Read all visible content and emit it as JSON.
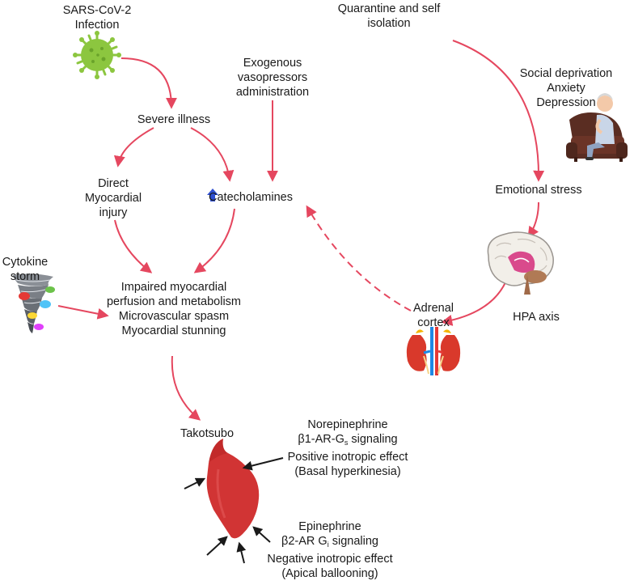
{
  "labels": {
    "sars": [
      "SARS-CoV-2",
      "Infection"
    ],
    "severe_illness": "Severe illness",
    "exogenous": [
      "Exogenous",
      "vasopressors",
      "administration"
    ],
    "quarantine": [
      "Quarantine and self",
      "isolation"
    ],
    "social": [
      "Social deprivation",
      "Anxiety",
      "Depression"
    ],
    "direct": [
      "Direct",
      "Myocardial",
      "injury"
    ],
    "catecholamines": "Catecholamines",
    "emotional_stress": "Emotional stress",
    "cytokine": [
      "Cytokine",
      "storm"
    ],
    "impaired": [
      "Impaired myocardial",
      "perfusion and metabolism",
      "Microvascular spasm",
      "Myocardial stunning"
    ],
    "adrenal": [
      "Adrenal",
      "cortex"
    ],
    "hpa": "HPA axis",
    "takotsubo": "Takotsubo",
    "norepinephrine": {
      "line1": "Norepinephrine",
      "line2_pre": "β1-AR-G",
      "line2_sub": "s",
      "line2_post": " signaling",
      "line3": "Positive inotropic effect",
      "line4": "(Basal hyperkinesia)"
    },
    "epinephrine": {
      "line1": "Epinephrine",
      "line2_pre": "β2-AR G",
      "line2_sub": "i",
      "line2_post": " signaling",
      "line3": "Negative inotropic effect",
      "line4": "(Apical ballooning)"
    }
  },
  "colors": {
    "arrow": "#e5475f",
    "virus": "#8cc63f",
    "heart": "#d13434",
    "up_arrow": "#2e4fd1",
    "black_arrow": "#1a1a1a"
  },
  "icons": [
    "virus-icon",
    "tornado-icon",
    "elderly-person-icon",
    "brain-icon",
    "kidneys-icon",
    "heart-icon",
    "up-arrow-icon"
  ]
}
